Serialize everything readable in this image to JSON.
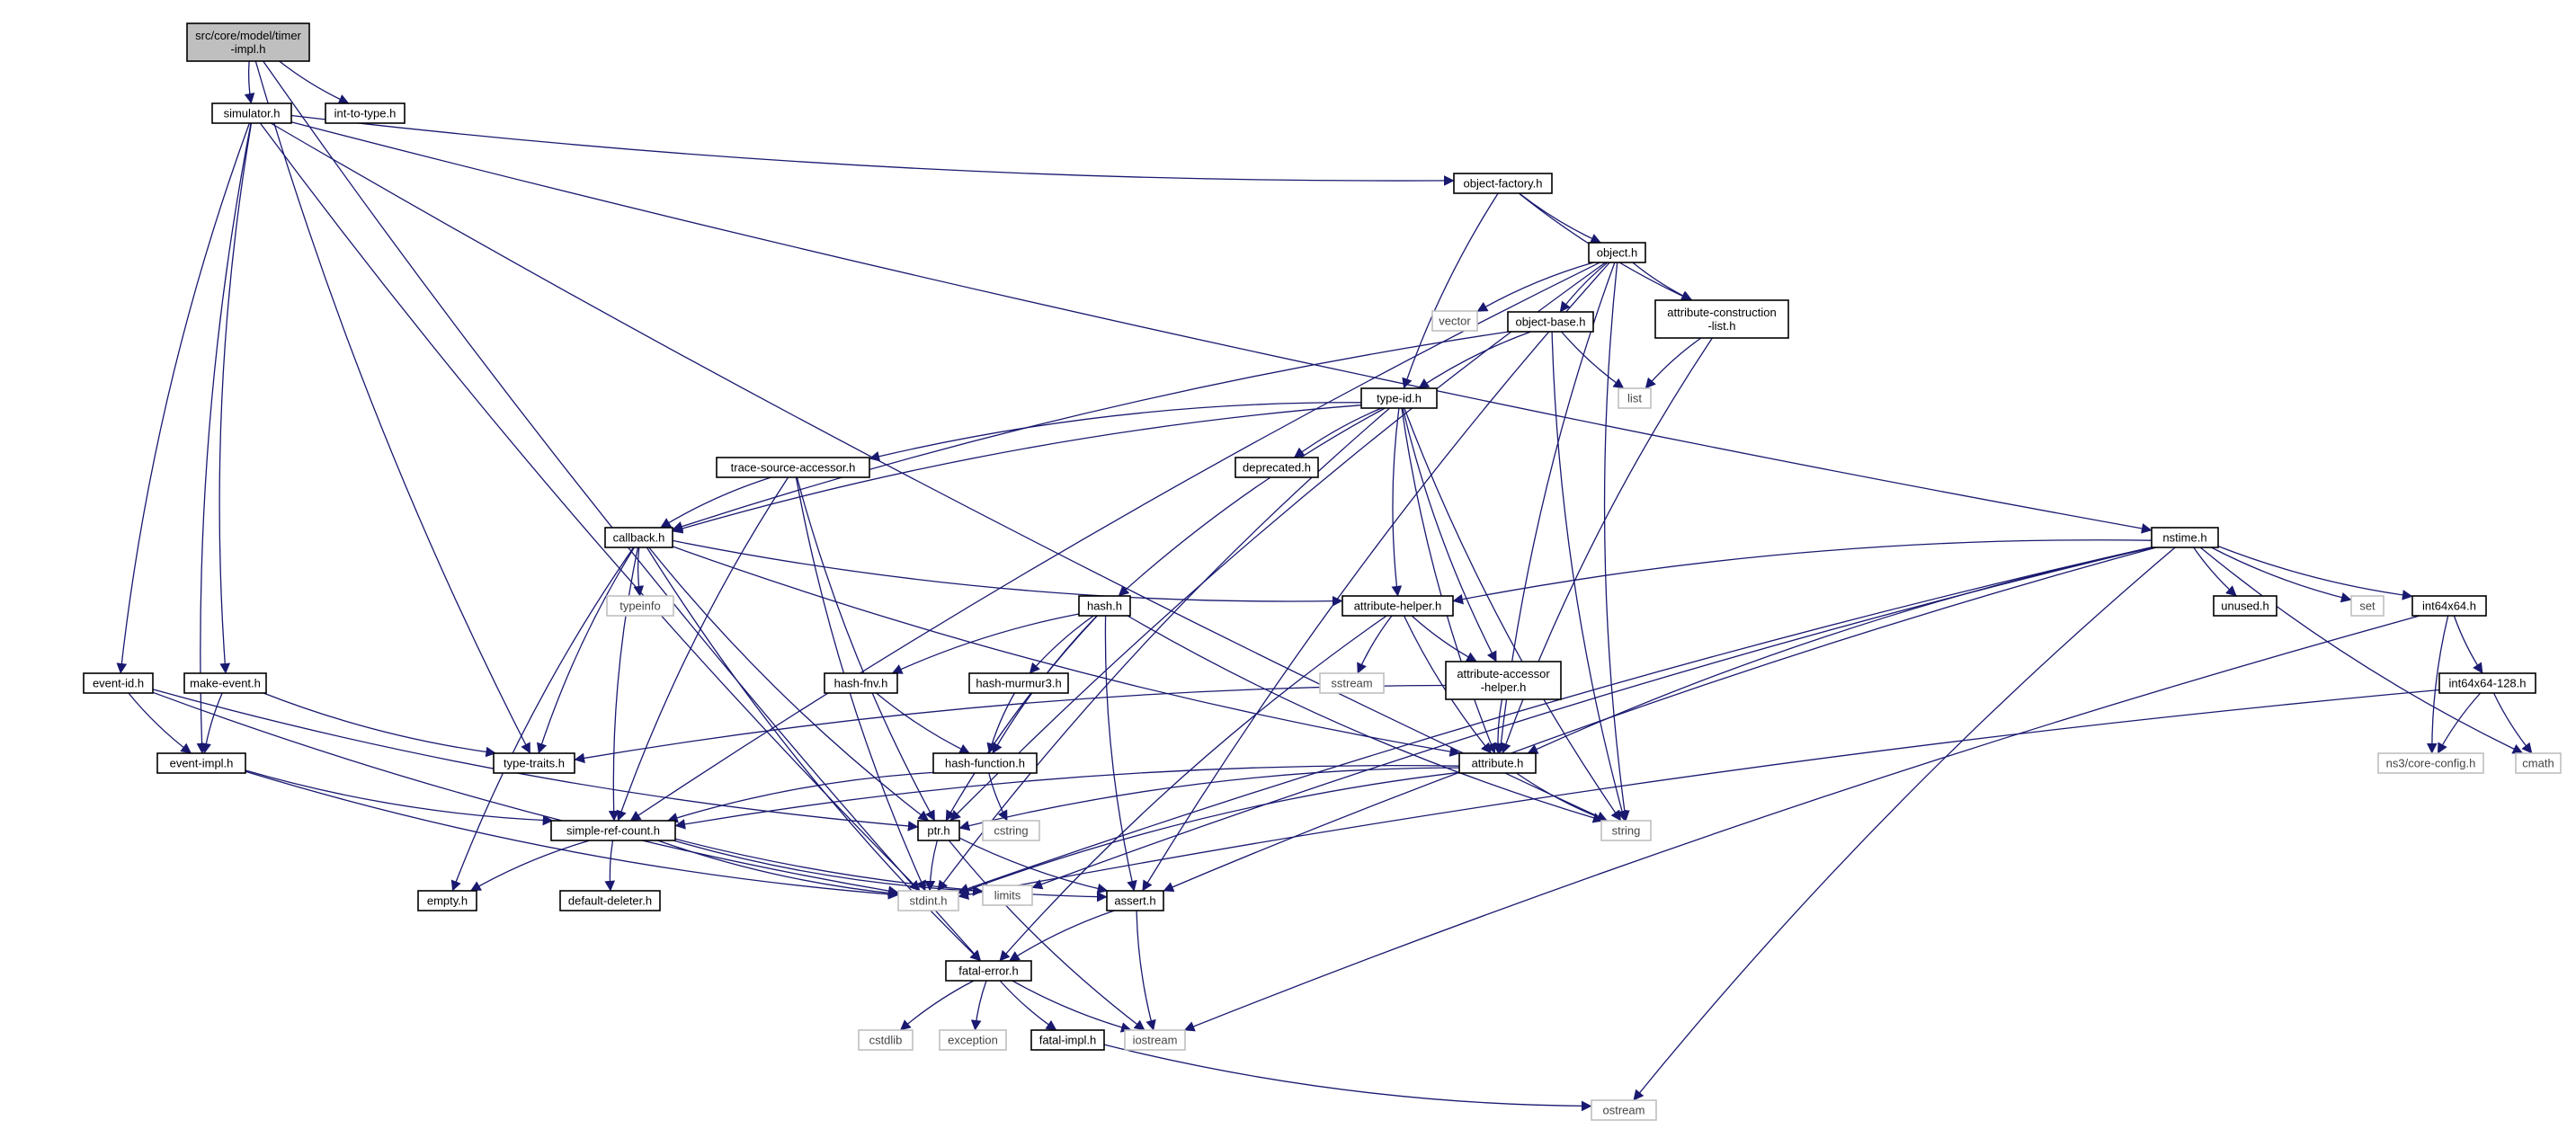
{
  "colors": {
    "edge": "#191970",
    "root_fill": "#bfbfbf",
    "root_border": "#000000",
    "header_border": "#000000",
    "system_border": "#bfbfbf",
    "node_fill": "#ffffff"
  },
  "nodes": [
    {
      "id": "timer-impl",
      "kind": "root",
      "lines": [
        "src/core/model/timer",
        "-impl.h"
      ]
    },
    {
      "id": "simulator",
      "kind": "header",
      "lines": [
        "simulator.h"
      ]
    },
    {
      "id": "int-to-type",
      "kind": "header",
      "lines": [
        "int-to-type.h"
      ]
    },
    {
      "id": "object-factory",
      "kind": "header",
      "lines": [
        "object-factory.h"
      ]
    },
    {
      "id": "object",
      "kind": "header",
      "lines": [
        "object.h"
      ]
    },
    {
      "id": "vector",
      "kind": "system",
      "lines": [
        "vector"
      ]
    },
    {
      "id": "object-base",
      "kind": "header",
      "lines": [
        "object-base.h"
      ]
    },
    {
      "id": "attribute-construction-list",
      "kind": "header",
      "lines": [
        "attribute-construction",
        "-list.h"
      ]
    },
    {
      "id": "list",
      "kind": "system",
      "lines": [
        "list"
      ]
    },
    {
      "id": "type-id",
      "kind": "header",
      "lines": [
        "type-id.h"
      ]
    },
    {
      "id": "trace-source-accessor",
      "kind": "header",
      "lines": [
        "trace-source-accessor.h"
      ]
    },
    {
      "id": "deprecated",
      "kind": "header",
      "lines": [
        "deprecated.h"
      ]
    },
    {
      "id": "callback",
      "kind": "header",
      "lines": [
        "callback.h"
      ]
    },
    {
      "id": "typeinfo",
      "kind": "system",
      "lines": [
        "typeinfo"
      ]
    },
    {
      "id": "nstime",
      "kind": "header",
      "lines": [
        "nstime.h"
      ]
    },
    {
      "id": "hash",
      "kind": "header",
      "lines": [
        "hash.h"
      ]
    },
    {
      "id": "attribute-helper",
      "kind": "header",
      "lines": [
        "attribute-helper.h"
      ]
    },
    {
      "id": "unused",
      "kind": "header",
      "lines": [
        "unused.h"
      ]
    },
    {
      "id": "set",
      "kind": "system",
      "lines": [
        "set"
      ]
    },
    {
      "id": "int64x64",
      "kind": "header",
      "lines": [
        "int64x64.h"
      ]
    },
    {
      "id": "event-id",
      "kind": "header",
      "lines": [
        "event-id.h"
      ]
    },
    {
      "id": "make-event",
      "kind": "header",
      "lines": [
        "make-event.h"
      ]
    },
    {
      "id": "hash-fnv",
      "kind": "header",
      "lines": [
        "hash-fnv.h"
      ]
    },
    {
      "id": "hash-murmur3",
      "kind": "header",
      "lines": [
        "hash-murmur3.h"
      ]
    },
    {
      "id": "sstream",
      "kind": "system",
      "lines": [
        "sstream"
      ]
    },
    {
      "id": "attribute-accessor-helper",
      "kind": "header",
      "lines": [
        "attribute-accessor",
        "-helper.h"
      ]
    },
    {
      "id": "int64x64-128",
      "kind": "header",
      "lines": [
        "int64x64-128.h"
      ]
    },
    {
      "id": "event-impl",
      "kind": "header",
      "lines": [
        "event-impl.h"
      ]
    },
    {
      "id": "type-traits",
      "kind": "header",
      "lines": [
        "type-traits.h"
      ]
    },
    {
      "id": "hash-function",
      "kind": "header",
      "lines": [
        "hash-function.h"
      ]
    },
    {
      "id": "attribute",
      "kind": "header",
      "lines": [
        "attribute.h"
      ]
    },
    {
      "id": "ns3-core-config",
      "kind": "system",
      "lines": [
        "ns3/core-config.h"
      ]
    },
    {
      "id": "cmath",
      "kind": "system",
      "lines": [
        "cmath"
      ]
    },
    {
      "id": "simple-ref-count",
      "kind": "header",
      "lines": [
        "simple-ref-count.h"
      ]
    },
    {
      "id": "ptr",
      "kind": "header",
      "lines": [
        "ptr.h"
      ]
    },
    {
      "id": "cstring",
      "kind": "system",
      "lines": [
        "cstring"
      ]
    },
    {
      "id": "string",
      "kind": "system",
      "lines": [
        "string"
      ]
    },
    {
      "id": "empty",
      "kind": "header",
      "lines": [
        "empty.h"
      ]
    },
    {
      "id": "default-deleter",
      "kind": "header",
      "lines": [
        "default-deleter.h"
      ]
    },
    {
      "id": "stdint",
      "kind": "system",
      "lines": [
        "stdint.h"
      ]
    },
    {
      "id": "limits",
      "kind": "system",
      "lines": [
        "limits"
      ]
    },
    {
      "id": "assert",
      "kind": "header",
      "lines": [
        "assert.h"
      ]
    },
    {
      "id": "fatal-error",
      "kind": "header",
      "lines": [
        "fatal-error.h"
      ]
    },
    {
      "id": "cstdlib",
      "kind": "system",
      "lines": [
        "cstdlib"
      ]
    },
    {
      "id": "exception",
      "kind": "system",
      "lines": [
        "exception"
      ]
    },
    {
      "id": "fatal-impl",
      "kind": "header",
      "lines": [
        "fatal-impl.h"
      ]
    },
    {
      "id": "iostream",
      "kind": "system",
      "lines": [
        "iostream"
      ]
    },
    {
      "id": "ostream",
      "kind": "system",
      "lines": [
        "ostream"
      ]
    }
  ],
  "edges": [
    [
      "timer-impl",
      "simulator"
    ],
    [
      "timer-impl",
      "int-to-type"
    ],
    [
      "timer-impl",
      "type-traits"
    ],
    [
      "timer-impl",
      "fatal-error"
    ],
    [
      "simulator",
      "event-id"
    ],
    [
      "simulator",
      "event-impl"
    ],
    [
      "simulator",
      "make-event"
    ],
    [
      "simulator",
      "nstime"
    ],
    [
      "simulator",
      "object-factory"
    ],
    [
      "simulator",
      "stdint"
    ],
    [
      "simulator",
      "string"
    ],
    [
      "object-factory",
      "object"
    ],
    [
      "object-factory",
      "type-id"
    ],
    [
      "object-factory",
      "attribute-construction-list"
    ],
    [
      "object",
      "vector"
    ],
    [
      "object",
      "object-base"
    ],
    [
      "object",
      "attribute-construction-list"
    ],
    [
      "object",
      "ptr"
    ],
    [
      "object",
      "attribute"
    ],
    [
      "object",
      "string"
    ],
    [
      "object",
      "simple-ref-count"
    ],
    [
      "object",
      "assert"
    ],
    [
      "object-base",
      "type-id"
    ],
    [
      "object-base",
      "callback"
    ],
    [
      "object-base",
      "list"
    ],
    [
      "object-base",
      "string"
    ],
    [
      "attribute-construction-list",
      "list"
    ],
    [
      "attribute-construction-list",
      "attribute"
    ],
    [
      "type-id",
      "deprecated"
    ],
    [
      "type-id",
      "trace-source-accessor"
    ],
    [
      "type-id",
      "callback"
    ],
    [
      "type-id",
      "hash"
    ],
    [
      "type-id",
      "attribute-helper"
    ],
    [
      "type-id",
      "attribute-accessor-helper"
    ],
    [
      "type-id",
      "attribute"
    ],
    [
      "type-id",
      "string"
    ],
    [
      "type-id",
      "stdint"
    ],
    [
      "trace-source-accessor",
      "callback"
    ],
    [
      "trace-source-accessor",
      "simple-ref-count"
    ],
    [
      "trace-source-accessor",
      "ptr"
    ],
    [
      "trace-source-accessor",
      "stdint"
    ],
    [
      "callback",
      "typeinfo"
    ],
    [
      "callback",
      "type-traits"
    ],
    [
      "callback",
      "simple-ref-count"
    ],
    [
      "callback",
      "ptr"
    ],
    [
      "callback",
      "empty"
    ],
    [
      "callback",
      "fatal-error"
    ],
    [
      "callback",
      "attribute"
    ],
    [
      "callback",
      "attribute-helper"
    ],
    [
      "hash",
      "hash-fnv"
    ],
    [
      "hash",
      "hash-murmur3"
    ],
    [
      "hash",
      "hash-function"
    ],
    [
      "hash",
      "ptr"
    ],
    [
      "hash",
      "assert"
    ],
    [
      "hash",
      "string"
    ],
    [
      "hash-fnv",
      "hash-function"
    ],
    [
      "hash-murmur3",
      "hash-function"
    ],
    [
      "hash-function",
      "cstring"
    ],
    [
      "hash-function",
      "simple-ref-count"
    ],
    [
      "attribute-helper",
      "sstream"
    ],
    [
      "attribute-helper",
      "attribute-accessor-helper"
    ],
    [
      "attribute-helper",
      "attribute"
    ],
    [
      "attribute-helper",
      "fatal-error"
    ],
    [
      "attribute-accessor-helper",
      "attribute"
    ],
    [
      "attribute-accessor-helper",
      "type-traits"
    ],
    [
      "attribute",
      "ptr"
    ],
    [
      "attribute",
      "simple-ref-count"
    ],
    [
      "attribute",
      "string"
    ],
    [
      "attribute",
      "stdint"
    ],
    [
      "nstime",
      "attribute"
    ],
    [
      "nstime",
      "attribute-helper"
    ],
    [
      "nstime",
      "unused"
    ],
    [
      "nstime",
      "set"
    ],
    [
      "nstime",
      "int64x64"
    ],
    [
      "nstime",
      "cmath"
    ],
    [
      "nstime",
      "ostream"
    ],
    [
      "nstime",
      "stdint"
    ],
    [
      "nstime",
      "limits"
    ],
    [
      "nstime",
      "assert"
    ],
    [
      "int64x64",
      "int64x64-128"
    ],
    [
      "int64x64",
      "ns3-core-config"
    ],
    [
      "int64x64",
      "iostream"
    ],
    [
      "int64x64-128",
      "ns3-core-config"
    ],
    [
      "int64x64-128",
      "cmath"
    ],
    [
      "int64x64-128",
      "stdint"
    ],
    [
      "event-id",
      "event-impl"
    ],
    [
      "event-id",
      "ptr"
    ],
    [
      "event-id",
      "stdint"
    ],
    [
      "make-event",
      "event-impl"
    ],
    [
      "make-event",
      "type-traits"
    ],
    [
      "event-impl",
      "simple-ref-count"
    ],
    [
      "event-impl",
      "stdint"
    ],
    [
      "simple-ref-count",
      "empty"
    ],
    [
      "simple-ref-count",
      "default-deleter"
    ],
    [
      "simple-ref-count",
      "assert"
    ],
    [
      "simple-ref-count",
      "stdint"
    ],
    [
      "simple-ref-count",
      "limits"
    ],
    [
      "ptr",
      "iostream"
    ],
    [
      "ptr",
      "stdint"
    ],
    [
      "ptr",
      "assert"
    ],
    [
      "assert",
      "fatal-error"
    ],
    [
      "assert",
      "iostream"
    ],
    [
      "fatal-error",
      "cstdlib"
    ],
    [
      "fatal-error",
      "exception"
    ],
    [
      "fatal-error",
      "fatal-impl"
    ],
    [
      "fatal-error",
      "iostream"
    ],
    [
      "fatal-impl",
      "ostream"
    ]
  ]
}
